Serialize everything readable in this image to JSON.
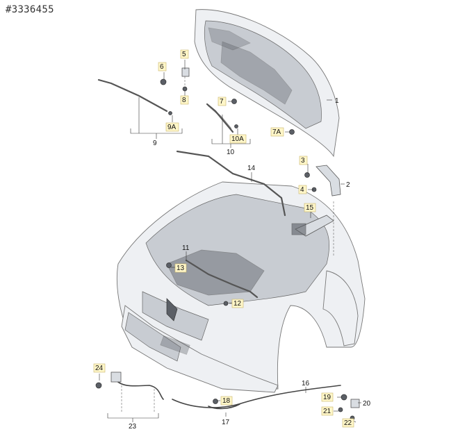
{
  "reference": "#3336455",
  "callouts": [
    {
      "id": "1",
      "label": "1"
    },
    {
      "id": "2",
      "label": "2"
    },
    {
      "id": "3",
      "label": "3"
    },
    {
      "id": "4",
      "label": "4"
    },
    {
      "id": "5",
      "label": "5"
    },
    {
      "id": "6",
      "label": "6"
    },
    {
      "id": "7",
      "label": "7"
    },
    {
      "id": "7A",
      "label": "7A"
    },
    {
      "id": "8",
      "label": "8"
    },
    {
      "id": "9",
      "label": "9"
    },
    {
      "id": "9A",
      "label": "9A"
    },
    {
      "id": "10",
      "label": "10"
    },
    {
      "id": "10A",
      "label": "10A"
    },
    {
      "id": "11",
      "label": "11"
    },
    {
      "id": "12",
      "label": "12"
    },
    {
      "id": "13",
      "label": "13"
    },
    {
      "id": "14",
      "label": "14"
    },
    {
      "id": "15",
      "label": "15"
    },
    {
      "id": "16",
      "label": "16"
    },
    {
      "id": "17",
      "label": "17"
    },
    {
      "id": "18",
      "label": "18"
    },
    {
      "id": "19",
      "label": "19"
    },
    {
      "id": "20",
      "label": "20"
    },
    {
      "id": "21",
      "label": "21"
    },
    {
      "id": "22",
      "label": "22"
    },
    {
      "id": "23",
      "label": "23"
    },
    {
      "id": "24",
      "label": "24"
    }
  ]
}
